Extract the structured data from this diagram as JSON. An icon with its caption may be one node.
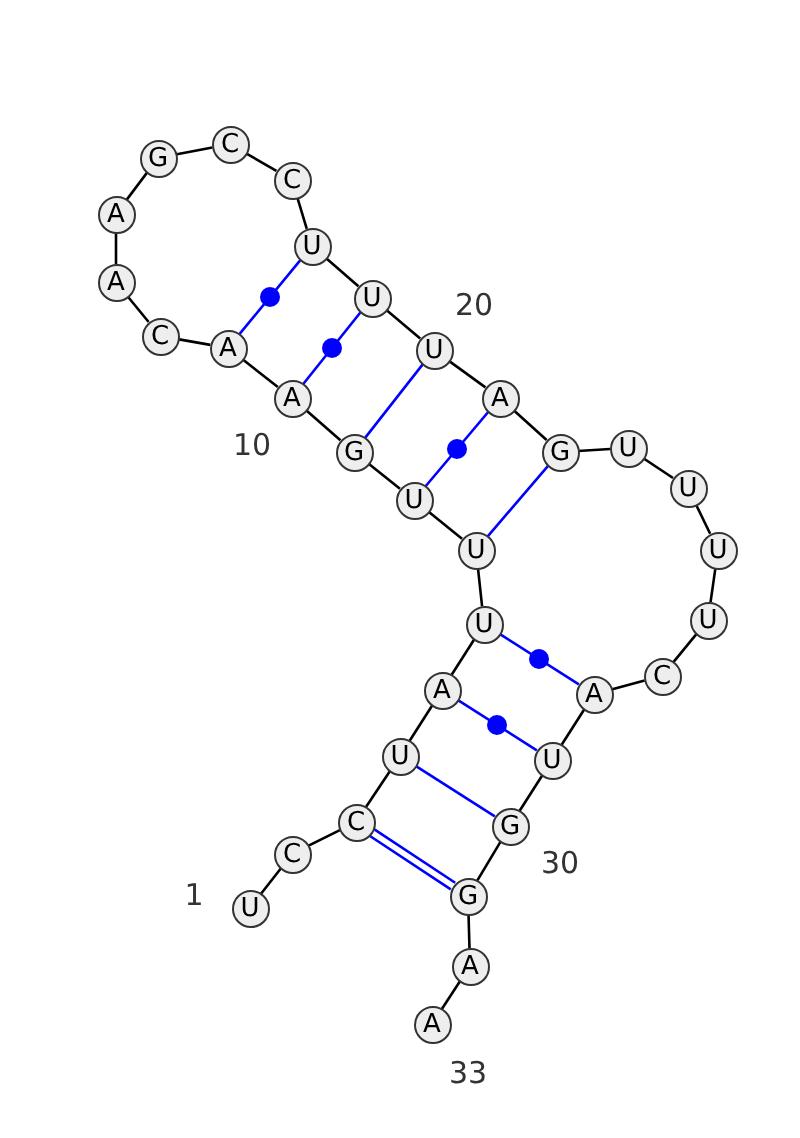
{
  "diagram": {
    "nodes": [
      {
        "text": [
          "U"
        ]
      },
      {
        "text": [
          "C"
        ]
      },
      {
        "text": [
          "C"
        ]
      },
      {
        "text": [
          "U"
        ]
      },
      {
        "text": [
          "A"
        ]
      },
      {
        "text": [
          "U"
        ]
      },
      {
        "text": [
          "U"
        ]
      },
      {
        "text": [
          "U"
        ]
      },
      {
        "text": [
          "G"
        ]
      },
      {
        "text": [
          "A"
        ]
      },
      {
        "text": [
          "A"
        ]
      },
      {
        "text": [
          "C"
        ]
      },
      {
        "text": [
          "A"
        ]
      },
      {
        "text": [
          "A"
        ]
      },
      {
        "text": [
          "G"
        ]
      },
      {
        "text": [
          "C"
        ]
      },
      {
        "text": [
          "C"
        ]
      },
      {
        "text": [
          "U"
        ]
      },
      {
        "text": [
          "U"
        ]
      },
      {
        "text": [
          "U"
        ]
      },
      {
        "text": [
          "A"
        ]
      },
      {
        "text": [
          "G"
        ]
      },
      {
        "text": [
          "U"
        ]
      },
      {
        "text": [
          "U"
        ]
      },
      {
        "text": [
          "U"
        ]
      },
      {
        "text": [
          "U"
        ]
      },
      {
        "text": [
          "C"
        ]
      },
      {
        "text": [
          "A"
        ]
      },
      {
        "text": [
          "U"
        ]
      },
      {
        "text": [
          "G"
        ]
      },
      {
        "text": [
          "G"
        ]
      },
      {
        "text": [
          "A"
        ]
      },
      {
        "text": [
          "A"
        ]
      }
    ],
    "edges": [
      {
        "from": 0,
        "to": 1,
        "arrow": "none"
      },
      {
        "from": 1,
        "to": 2,
        "arrow": "none"
      },
      {
        "from": 2,
        "to": 3,
        "arrow": "none"
      },
      {
        "from": 3,
        "to": 4,
        "arrow": "none"
      },
      {
        "from": 4,
        "to": 5,
        "arrow": "none"
      },
      {
        "from": 5,
        "to": 6,
        "arrow": "none"
      },
      {
        "from": 6,
        "to": 7,
        "arrow": "none"
      },
      {
        "from": 7,
        "to": 8,
        "arrow": "none"
      },
      {
        "from": 8,
        "to": 9,
        "arrow": "none"
      },
      {
        "from": 9,
        "to": 10,
        "arrow": "none"
      },
      {
        "from": 10,
        "to": 11,
        "arrow": "none"
      },
      {
        "from": 11,
        "to": 12,
        "arrow": "none"
      },
      {
        "from": 12,
        "to": 13,
        "arrow": "none"
      },
      {
        "from": 13,
        "to": 14,
        "arrow": "none"
      },
      {
        "from": 14,
        "to": 15,
        "arrow": "none"
      },
      {
        "from": 15,
        "to": 16,
        "arrow": "none"
      },
      {
        "from": 16,
        "to": 17,
        "arrow": "none"
      },
      {
        "from": 17,
        "to": 18,
        "arrow": "none"
      },
      {
        "from": 18,
        "to": 19,
        "arrow": "none"
      },
      {
        "from": 19,
        "to": 20,
        "arrow": "none"
      },
      {
        "from": 20,
        "to": 21,
        "arrow": "none"
      },
      {
        "from": 21,
        "to": 22,
        "arrow": "none"
      },
      {
        "from": 22,
        "to": 23,
        "arrow": "none"
      },
      {
        "from": 23,
        "to": 24,
        "arrow": "none"
      },
      {
        "from": 24,
        "to": 25,
        "arrow": "none"
      },
      {
        "from": 25,
        "to": 26,
        "arrow": "none"
      },
      {
        "from": 26,
        "to": 27,
        "arrow": "none"
      },
      {
        "from": 27,
        "to": 28,
        "arrow": "none"
      },
      {
        "from": 28,
        "to": 29,
        "arrow": "none"
      },
      {
        "from": 29,
        "to": 30,
        "arrow": "none"
      },
      {
        "from": 30,
        "to": 31,
        "arrow": "none"
      },
      {
        "from": 31,
        "to": 32,
        "arrow": "none"
      },
      {
        "from": 10,
        "to": 17,
        "arrow": "none",
        "color": "#0000ff"
      },
      {
        "from": 9,
        "to": 18,
        "arrow": "none",
        "color": "#0000ff"
      },
      {
        "from": 8,
        "to": 19,
        "arrow": "none",
        "color": "#0000ff"
      },
      {
        "from": 7,
        "to": 20,
        "arrow": "none",
        "color": "#0000ff"
      },
      {
        "from": 6,
        "to": 21,
        "arrow": "none",
        "color": "#0000ff"
      },
      {
        "from": 5,
        "to": 27,
        "arrow": "none",
        "color": "#0000ff"
      },
      {
        "from": 4,
        "to": 28,
        "arrow": "none",
        "color": "#0000ff"
      },
      {
        "from": 3,
        "to": 29,
        "arrow": "none",
        "color": "#0000ff"
      },
      {
        "from": 2,
        "to": 30,
        "arrow": "none",
        "color": "#0000ff"
      }
    ],
    "labels": [
      "1",
      "10",
      "20",
      "30",
      "33"
    ]
  }
}
